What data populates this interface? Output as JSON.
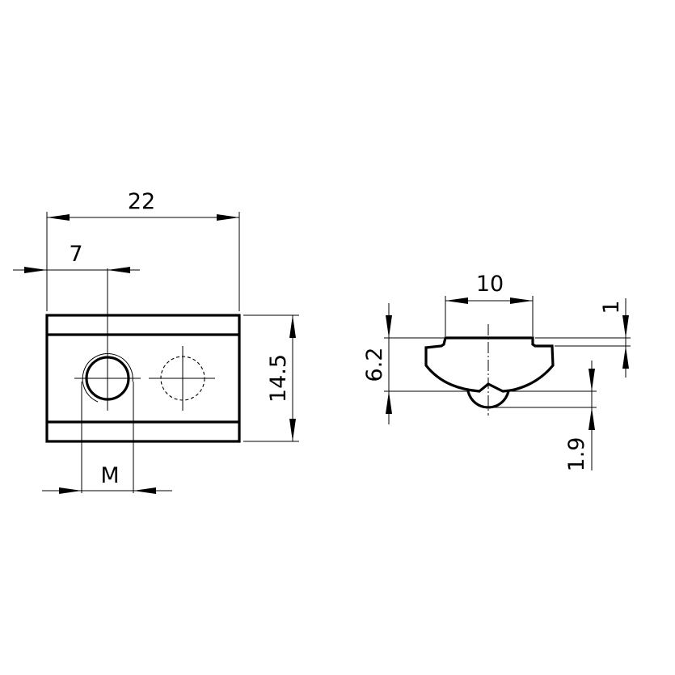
{
  "drawing": {
    "type": "technical-drawing",
    "subject": "slot nut with spring ball (front view and side/profile view)",
    "line_color": "#000000",
    "background": "#ffffff"
  },
  "front_view": {
    "dimensions": {
      "overall_width": "22",
      "hole_offset": "7",
      "height": "14.5",
      "thread": "M"
    }
  },
  "side_view": {
    "dimensions": {
      "top_width": "10",
      "height": "6.2",
      "step": "1",
      "ball_protrusion": "1.9"
    }
  }
}
